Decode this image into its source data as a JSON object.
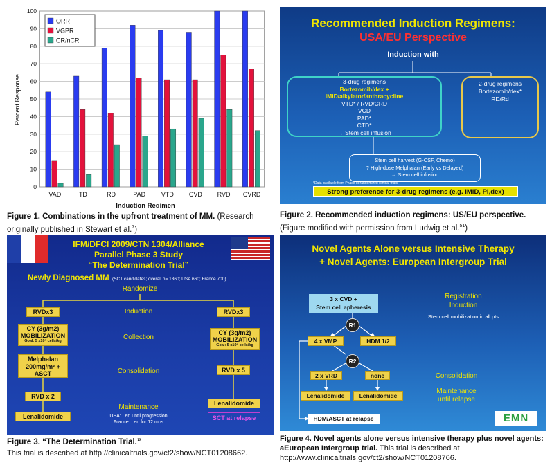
{
  "figure1": {
    "chart_data": {
      "type": "bar",
      "categories": [
        "VAD",
        "TD",
        "RD",
        "PAD",
        "VTD",
        "CVD",
        "RVD",
        "CVRD"
      ],
      "series": [
        {
          "name": "ORR",
          "color": "#2a3cf0",
          "values": [
            54,
            63,
            79,
            92,
            89,
            88,
            100,
            100
          ]
        },
        {
          "name": "VGPR",
          "color": "#e3123c",
          "values": [
            15,
            44,
            42,
            62,
            61,
            61,
            75,
            67
          ]
        },
        {
          "name": "CR/nCR",
          "color": "#2aa68c",
          "values": [
            2,
            7,
            24,
            29,
            33,
            39,
            44,
            32
          ]
        }
      ],
      "ylabel": "Percent Response",
      "xlabel": "Induction Regimen",
      "ylim": [
        0,
        100
      ],
      "yticks": [
        "0",
        "10",
        "20",
        "30",
        "40",
        "50",
        "60",
        "70",
        "80",
        "90",
        "100"
      ],
      "legend": "top-left"
    },
    "caption_bold": "Figure 1.  Combinations in the upfront treatment of MM.",
    "caption_rest": " (Research",
    "caption_line2": "originally published in Stewart et al.",
    "caption_sup": "7",
    "caption_end": ")"
  },
  "figure2": {
    "title1": "Recommended Induction Regimens:",
    "title2": "USA/EU Perspective",
    "induction_with": "Induction with",
    "three_drug_head": "3-drug regimens",
    "three_drug_lines": [
      "Bortezomib/dex +",
      "IMiD/alkylator/anthracycline",
      "VTD* / RVD/CRD",
      "VCD",
      "PAD*",
      "CTD*",
      "→ Stem cell infusion"
    ],
    "two_drug_head": "2-drug regimens",
    "two_drug_lines": [
      "Bortezomib/dex*",
      "RD/Rd"
    ],
    "harvest_lines": [
      "Stem cell harvest (G-CSF, Chemo)",
      "? High-dose Melphalan (Early vs Delayed)",
      "→ Stem cell infusion"
    ],
    "footnote": "*Data available from Phase III randomized clinical trials",
    "banner": "Strong preference for 3-drug regimens (e.g. IMiD, PI,dex)",
    "caption_bold": "Figure 2.  Recommended induction regimens: US/EU perspective.",
    "caption_line2": "(Figure modified with permission from Ludwig et al.",
    "caption_sup": "51",
    "caption_end": ")"
  },
  "figure3": {
    "title1": "IFM/DFCI 2009/CTN 1304/Alliance",
    "title2": "Parallel Phase 3 Study",
    "title3": "“The Determination Trial”",
    "subtitle": "Newly Diagnosed MM",
    "subtitle_note": "(SCT candidates; overall n= 1360; USA 660; France 700)",
    "randomize": "Randomize",
    "left_boxes": [
      "RVDx3",
      "CY (3g/m2)\nMOBILIZATION",
      "Melphalan\n200mg/m² +\nASCT",
      "RVD x 2",
      "Lenalidomide"
    ],
    "left_goal": "Goal: 5 x10⁶ cells/kg",
    "right_boxes": [
      "RVDx3",
      "CY (3g/m2)\nMOBILIZATION",
      "RVD x 5",
      "Lenalidomide"
    ],
    "right_goal": "Goal: 5 x10⁶ cells/kg",
    "phases": [
      "Induction",
      "Collection",
      "Consolidation",
      "Maintenance"
    ],
    "maint_lines": [
      "USA: Len until progression",
      "France: Len for 12 mos"
    ],
    "sct": "SCT at relapse",
    "caption_bold": "Figure 3.  “The Determination Trial.”",
    "caption_line2": "This trial is described at http://clinicaltrials.gov/ct2/show/NCT01208662."
  },
  "figure4": {
    "title1": "Novel Agents Alone versus Intensive Therapy",
    "title2": "+ Novel Agents: European Intergroup Trial",
    "box_cvd": [
      "3 x CVD +",
      "Stem cell apheresis"
    ],
    "registration": "Registration",
    "induction": "Induction",
    "mobilization": "Stem cell mobilization in all pts",
    "r1": "R1",
    "r2": "R2",
    "vmp": "4 x VMP",
    "hdm": "HDM 1/2",
    "vrd": "2 x VRD",
    "none": "none",
    "consolidation": "Consolidation",
    "len1": "Lenalidomide",
    "len2": "Lenalidomide",
    "maintenance": [
      "Maintenance",
      "until relapse"
    ],
    "hdm_relapse": "HDM/ASCT at relapse",
    "logo": "EMN",
    "caption_bold": "Figure 4.  Novel agents alone versus intensive therapy plus novel agents:",
    "caption_line2": "aEuropean Intergroup trial.",
    "caption_line2_rest": " This trial is described at",
    "caption_line3": "http://www.clinicaltrials.gov/ct2/show/NCT01208766."
  }
}
